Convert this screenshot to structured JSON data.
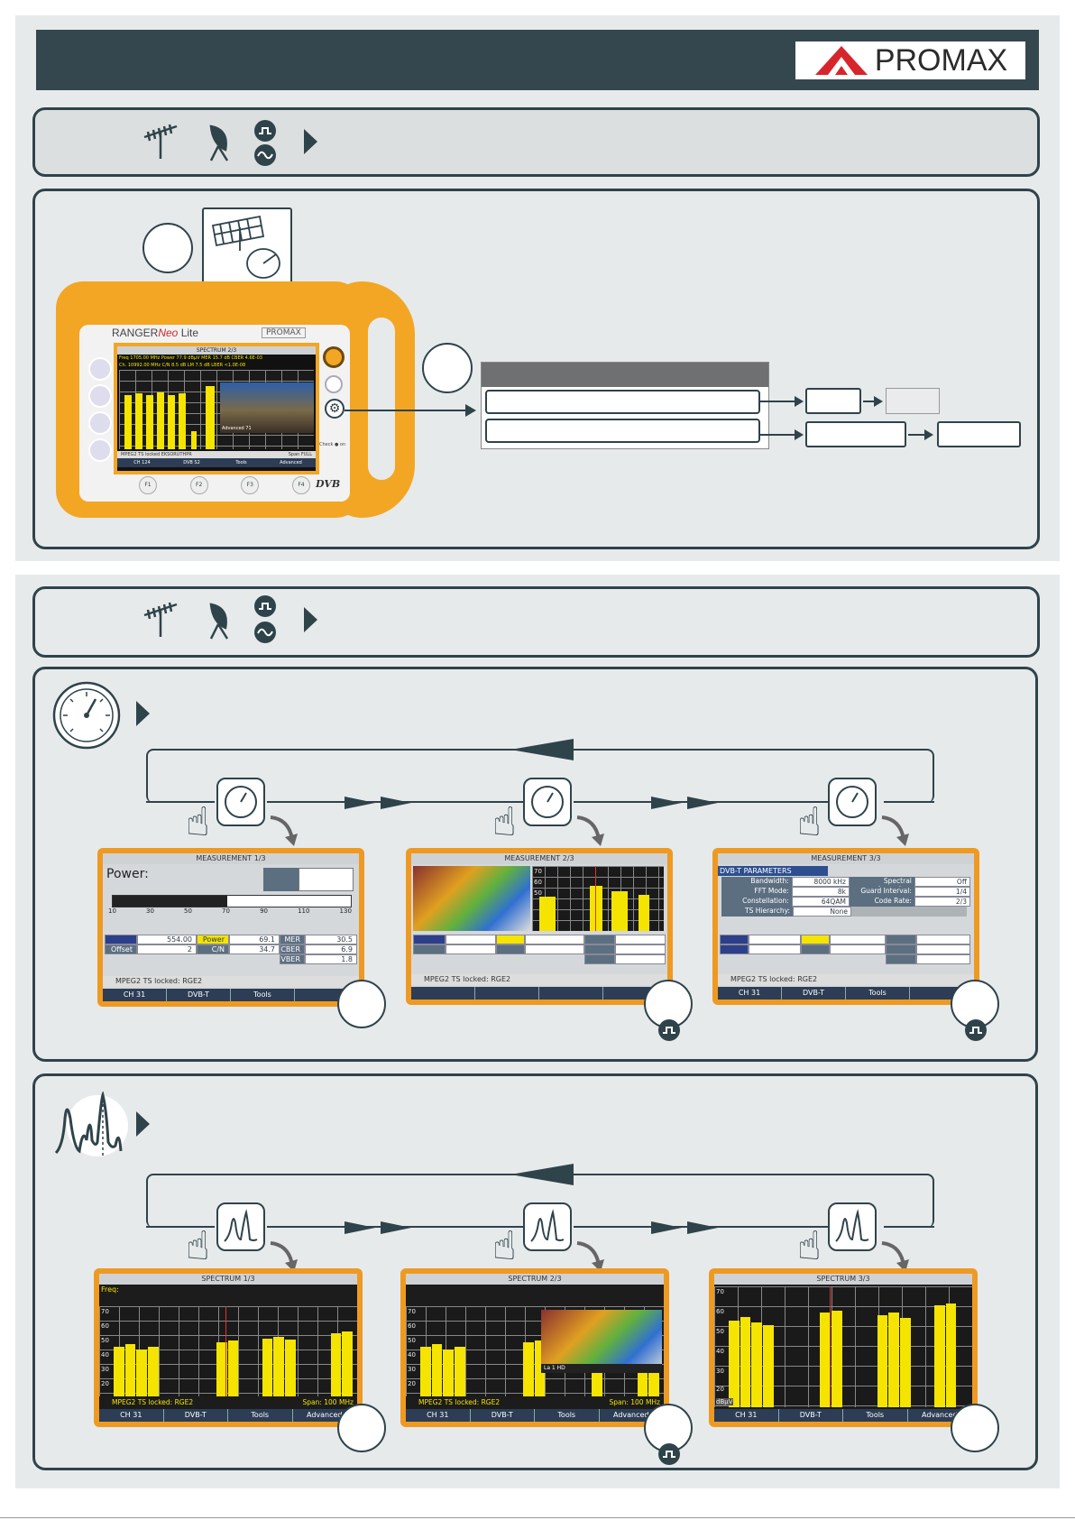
{
  "brand": {
    "logo_text": "PROMAX",
    "accent": "#d7252b",
    "dark": "#34474f",
    "yellow": "#f4e400",
    "orange": "#ee9a22"
  },
  "device": {
    "model_prefix": "RANGER",
    "model_neo": "Neo",
    "model_suffix": "Lite",
    "brand_small": "PROMAX",
    "screen_title": "SPECTRUM 2/3",
    "readout_line1": "Freq  1705.00 MHz  Power  77.9 dBµV   MER  15.7 dB  CBER  4.6E-03",
    "readout_line2": "Ch.   10992.00 MHz  C/N     8.5 dB   LM   7.5 dB  LBER  <1.0E-08",
    "channel_label": "Advanced 71",
    "status_text": "MPEG2 TS locked  EKSORUTHPR",
    "span_text": "Span   FULL",
    "soft_keys": [
      "CH 124",
      "DVB S2",
      "Tools",
      "Advanced"
    ],
    "func_keys": [
      "F1",
      "F2",
      "F3",
      "F4"
    ],
    "side_label": "Check  ●  on",
    "dvb_logo": "DVB"
  },
  "measurement_screens": [
    {
      "title": "MEASUREMENT 1/3",
      "power_label": "Power:",
      "scale": [
        "10",
        "30",
        "50",
        "70",
        "90",
        "110",
        "130"
      ],
      "row1": [
        "",
        "554.00",
        "Power",
        "69.1",
        "MER",
        "30.5"
      ],
      "row2": [
        "Offset",
        "2",
        "C/N",
        "34.7",
        "CBER",
        "6.9"
      ],
      "row3": [
        "",
        "",
        "",
        "",
        "VBER",
        "1.8"
      ],
      "status": "MPEG2 TS locked: RGE2",
      "keys": [
        "CH 31",
        "DVB-T",
        "Tools",
        ""
      ]
    },
    {
      "title": "MEASUREMENT 2/3",
      "y_ticks": [
        "70",
        "60",
        "50"
      ],
      "status": "MPEG2 TS locked: RGE2",
      "keys": [
        "",
        "",
        "",
        ""
      ]
    },
    {
      "title": "MEASUREMENT 3/3",
      "panel_title": "DVB-T PARAMETERS",
      "params": [
        [
          "Bandwidth:",
          "8000 kHz",
          "Spectral Inversion:",
          "Off"
        ],
        [
          "FFT Mode:",
          "8k",
          "Guard Interval:",
          "1/4"
        ],
        [
          "Constellation:",
          "64QAM",
          "Code Rate:",
          "2/3"
        ],
        [
          "TS Hierarchy:",
          "None",
          "",
          ""
        ]
      ],
      "status": "MPEG2 TS locked: RGE2",
      "keys": [
        "CH 31",
        "DVB-T",
        "Tools",
        ""
      ]
    }
  ],
  "spectrum_screens": [
    {
      "title": "SPECTRUM 1/3",
      "freq_label": "Freq:",
      "y_ticks": [
        "70",
        "60",
        "50",
        "40",
        "30",
        "20"
      ],
      "status": "MPEG2 TS locked: RGE2",
      "span": "Span: 100 MHz",
      "keys": [
        "CH 31",
        "DVB-T",
        "Tools",
        "Advanced"
      ],
      "bars": [
        0.55,
        0.58,
        0.52,
        0.55,
        0.0,
        0.0,
        0.0,
        0.0,
        0.0,
        0.6,
        0.62,
        0.0,
        0.0,
        0.64,
        0.66,
        0.63,
        0.0,
        0.0,
        0.0,
        0.7,
        0.72
      ]
    },
    {
      "title": "SPECTRUM 2/3",
      "y_ticks": [
        "70",
        "60",
        "50",
        "40",
        "30",
        "20"
      ],
      "overlay_label": "La 1 HD",
      "status": "MPEG2 TS locked: RGE2",
      "span": "Span: 100 MHz",
      "keys": [
        "CH 31",
        "DVB-T",
        "Tools",
        "Advanced"
      ],
      "bars": [
        0.55,
        0.58,
        0.52,
        0.55,
        0.0,
        0.0,
        0.0,
        0.0,
        0.0,
        0.6,
        0.62,
        0.0,
        0.0,
        0.0,
        0.0,
        0.3,
        0.0,
        0.0,
        0.0,
        0.3,
        0.3
      ]
    },
    {
      "title": "SPECTRUM 3/3",
      "y_ticks": [
        "70",
        "60",
        "50",
        "40",
        "30",
        "20"
      ],
      "unit": "dBµV",
      "keys": [
        "CH 31",
        "DVB-T",
        "Tools",
        "Advanced"
      ],
      "bars": [
        0.72,
        0.75,
        0.7,
        0.68,
        0.0,
        0.0,
        0.0,
        0.0,
        0.78,
        0.8,
        0.0,
        0.0,
        0.0,
        0.76,
        0.78,
        0.74,
        0.0,
        0.0,
        0.84,
        0.86,
        0.0
      ]
    }
  ]
}
